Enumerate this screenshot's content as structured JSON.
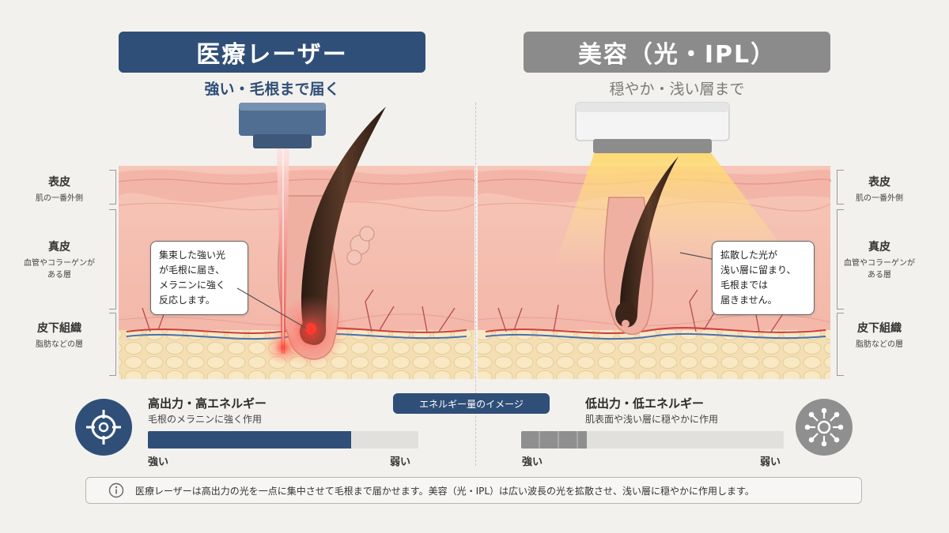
{
  "left": {
    "title": "医療レーザー",
    "subtitle": "強い・毛根まで届く",
    "callout": [
      "集束した強い光",
      "が毛根に届き、",
      "メラニンに強く",
      "反応します。"
    ],
    "energy_title": "高出力・高エネルギー",
    "energy_desc": "毛根のメラニンに強く作用",
    "bar_strong": "強い",
    "bar_weak": "弱い",
    "energy_level": 0.75,
    "icon": "target-crosshair-icon"
  },
  "right": {
    "title": "美容（光・IPL）",
    "subtitle": "穏やか・浅い層まで",
    "callout": [
      "拡散した光が",
      "浅い層に留まり、",
      "毛根までは",
      "届きません。"
    ],
    "energy_title": "低出力・低エネルギー",
    "energy_desc": "肌表面や浅い層に穏やかに作用",
    "bar_strong": "強い",
    "bar_weak": "弱い",
    "energy_level": 0.25,
    "icon": "diffuse-light-icon"
  },
  "layers": {
    "epidermis": {
      "name": "表皮",
      "desc": "肌の一番外側"
    },
    "dermis": {
      "name": "真皮",
      "desc": [
        "血管やコラーゲンが",
        "ある層"
      ]
    },
    "subcutis": {
      "name": "皮下組織",
      "desc": "脂肪などの層"
    }
  },
  "energy_badge": "エネルギー量のイメージ",
  "footer": "医療レーザーは高出力の光を一点に集中させて毛根まで届かせます。美容（光・IPL）は広い波長の光を拡散させ、浅い層に穏やかに作用します。",
  "colors": {
    "medical_blue": "#2f4f78",
    "beauty_gray": "#8b8b8b",
    "laser_red": "#e8453c",
    "ipl_yellow": "#f6d27a"
  }
}
